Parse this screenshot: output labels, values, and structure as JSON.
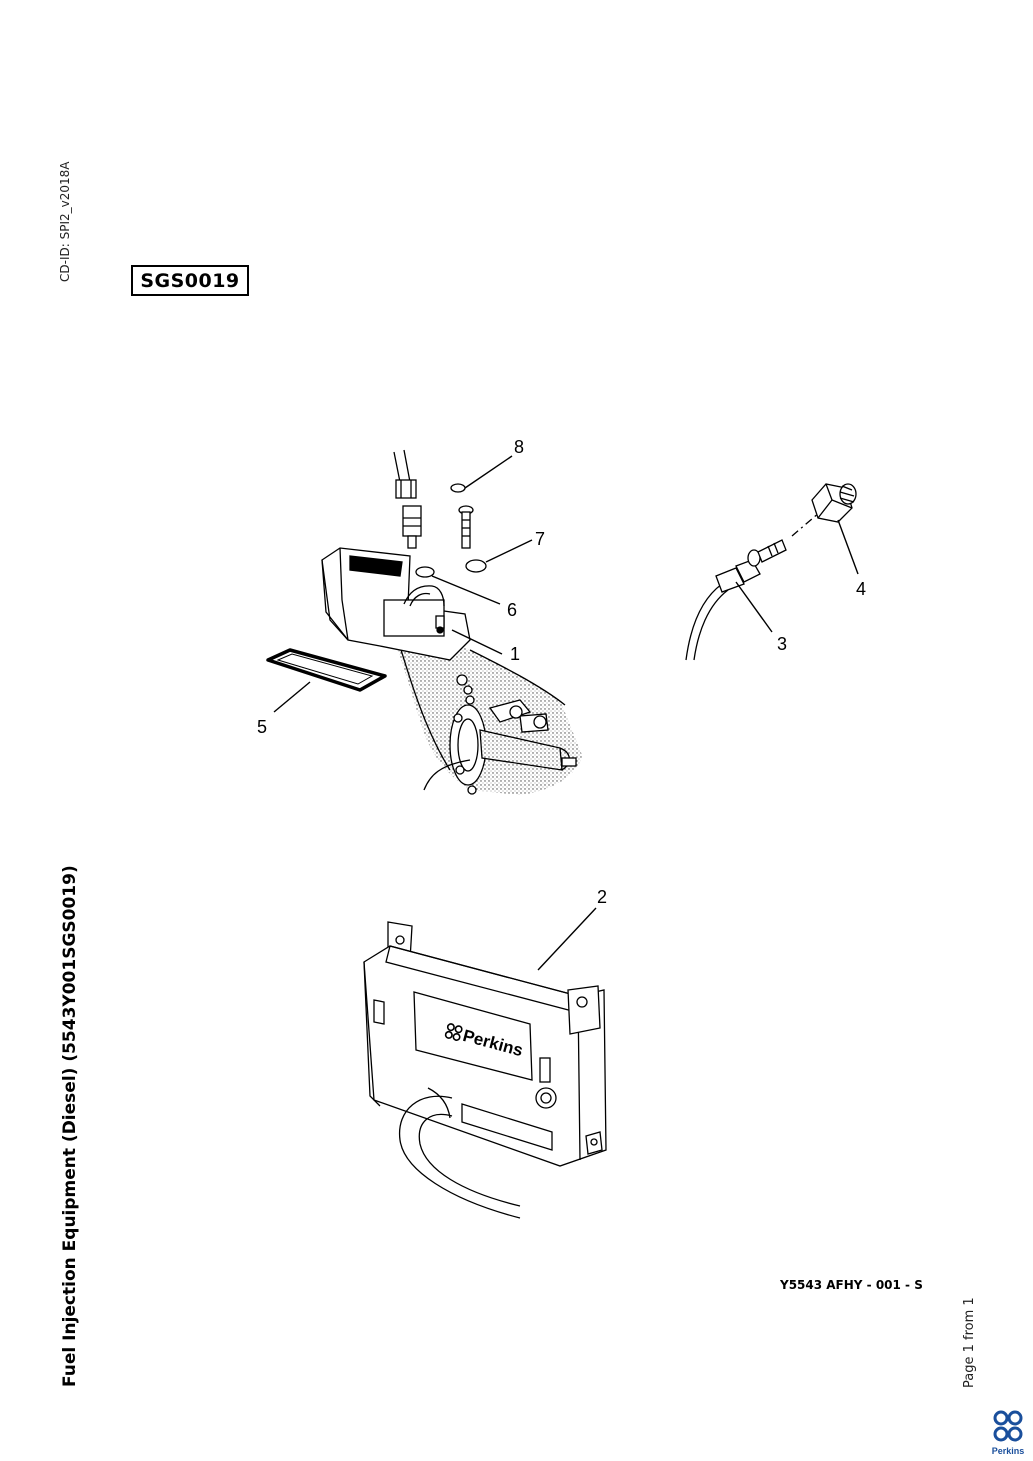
{
  "document": {
    "cd_id": "CD-ID: SPI2_v2018A",
    "reference_box": "SGS0019",
    "side_title": "Fuel Injection Equipment (Diesel) (5543Y001SGS0019)",
    "drawing_number": "Y5543 AFHY - 001 - S",
    "page_count": "Page 1 from 1",
    "brand": "Perkins",
    "brand_color": "#1a4f9c"
  },
  "diagram": {
    "callouts": [
      "1",
      "2",
      "3",
      "4",
      "5",
      "6",
      "7",
      "8"
    ],
    "ecu_label": "Perkins"
  }
}
